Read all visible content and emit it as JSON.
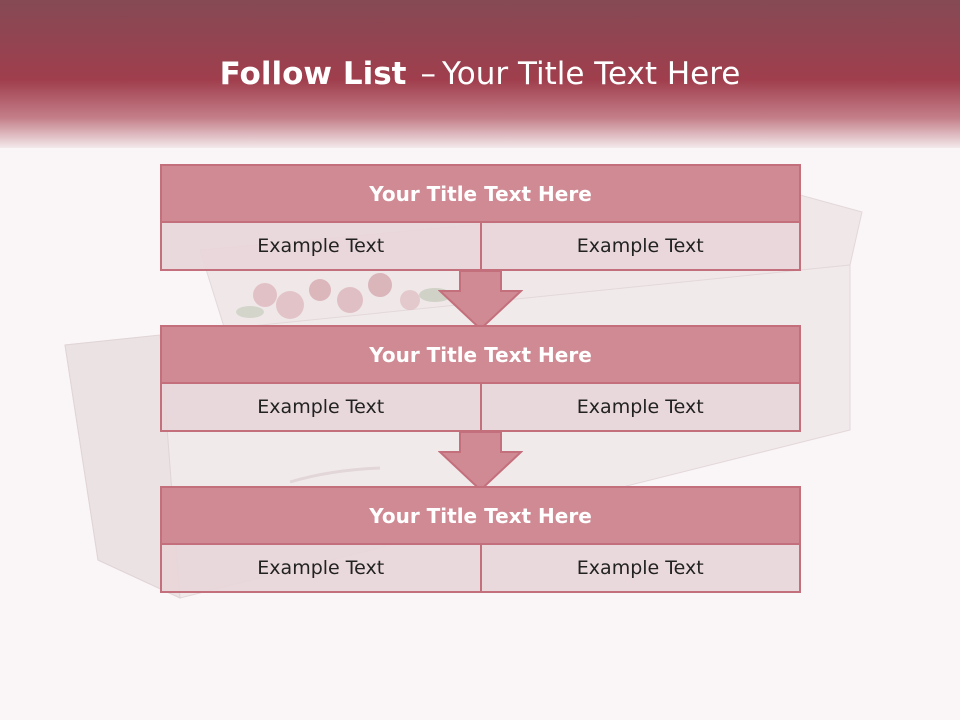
{
  "slide": {
    "title_bold": "Follow List",
    "title_dash": "–",
    "title_rest": "Your Title Text Here"
  },
  "blocks": [
    {
      "title": "Your Title Text Here",
      "cells": [
        "Example Text",
        "Example Text"
      ]
    },
    {
      "title": "Your Title Text Here",
      "cells": [
        "Example Text",
        "Example Text"
      ]
    },
    {
      "title": "Your Title Text Here",
      "cells": [
        "Example Text",
        "Example Text"
      ]
    }
  ],
  "colors": {
    "header": "#a03e4d",
    "block_title": "#cf8a93",
    "cell": "#e8d6d9",
    "border": "#c4707c"
  }
}
